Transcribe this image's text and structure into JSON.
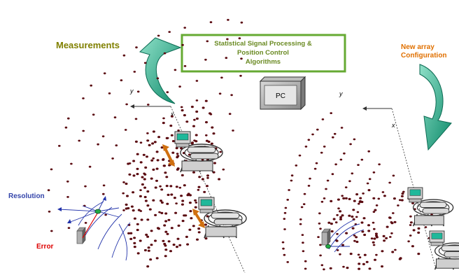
{
  "labels": {
    "measurements": "Measurements",
    "algorithm_line1": "Statistical Signal Processing &",
    "algorithm_line2": "Position Control",
    "algorithm_line3": "Algorithms",
    "pc": "PC",
    "new_array_line1": "New array",
    "new_array_line2": "Configuration",
    "resolution": "Resolution",
    "error": "Error",
    "axis_y_left": "y",
    "axis_x_left": "x",
    "axis_y_right": "y",
    "axis_x_right": "x"
  },
  "colors": {
    "measurements_text": "#808000",
    "new_array_text": "#e07000",
    "resolution_text": "#3344aa",
    "error_text": "#dd0000",
    "algorithm_box_border": "#66aa33",
    "teal_arrow": "#1fa080",
    "dot": "#5a0a10",
    "orange_arrow": "#d07010",
    "blue_lines": "#2233aa"
  },
  "icons": [
    "curved-arrow-icon",
    "computer-icon",
    "antenna-array-icon",
    "sensor-node-icon"
  ]
}
